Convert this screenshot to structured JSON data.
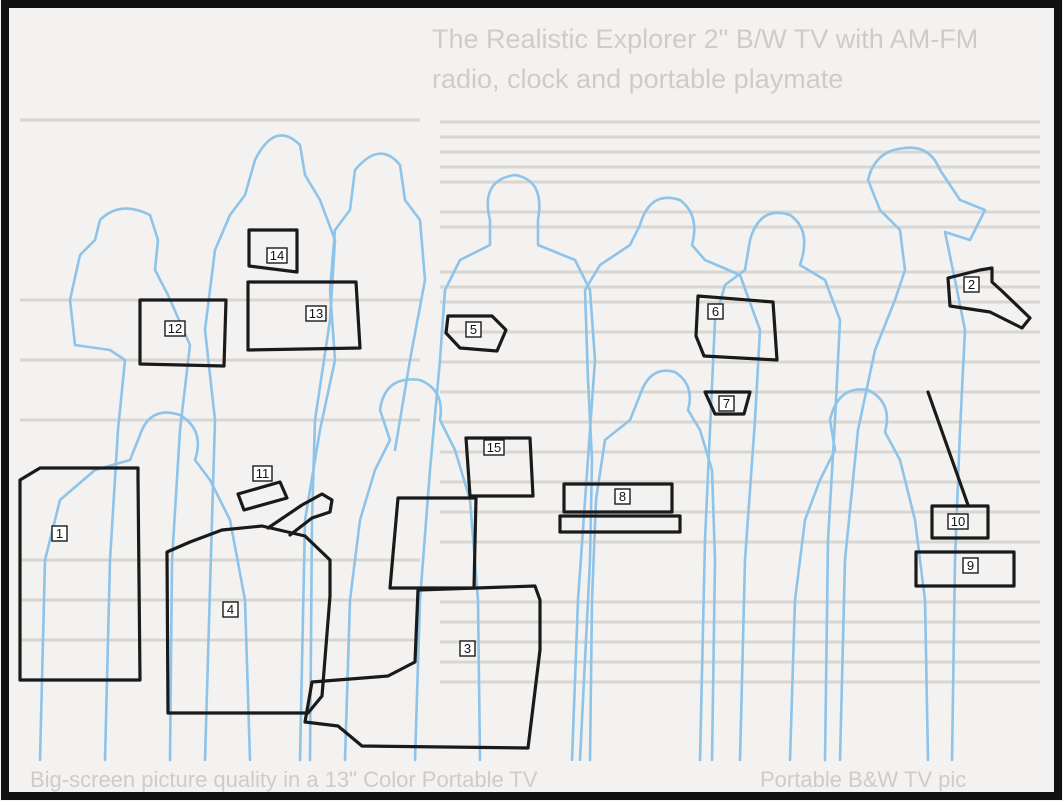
{
  "bleed_text": {
    "headline_1": "The Realistic Explorer 2\" B/W TV with AM-FM",
    "headline_2": "radio, clock and portable playmate",
    "footer_1": "Big-screen picture quality in a 13\" Color Portable TV",
    "footer_2": "Portable B&W TV pic"
  },
  "items": [
    {
      "id": "item-1",
      "label": "1"
    },
    {
      "id": "item-2",
      "label": "2"
    },
    {
      "id": "item-3",
      "label": "3"
    },
    {
      "id": "item-4",
      "label": "4"
    },
    {
      "id": "item-5",
      "label": "5"
    },
    {
      "id": "item-6",
      "label": "6"
    },
    {
      "id": "item-7",
      "label": "7"
    },
    {
      "id": "item-8",
      "label": "8"
    },
    {
      "id": "item-9",
      "label": "9"
    },
    {
      "id": "item-10",
      "label": "10"
    },
    {
      "id": "item-11",
      "label": "11"
    },
    {
      "id": "item-12",
      "label": "12"
    },
    {
      "id": "item-13",
      "label": "13"
    },
    {
      "id": "item-14",
      "label": "14"
    },
    {
      "id": "item-15",
      "label": "15"
    }
  ],
  "colors": {
    "paper": "#f3f2f0",
    "silhouette": "#8ec3ea",
    "outline": "#1a1a1a",
    "frame": "#111111"
  }
}
